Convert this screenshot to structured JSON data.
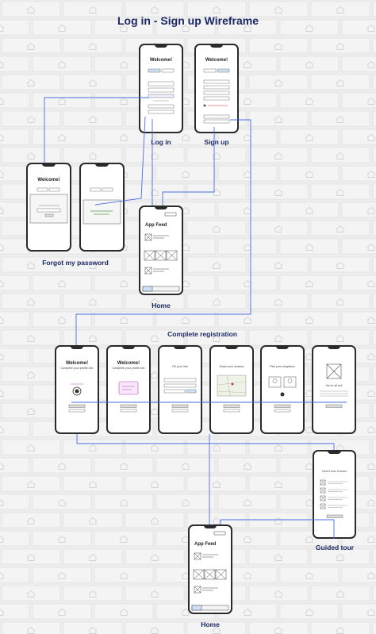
{
  "title": "Log in - Sign up Wireframe",
  "labels": {
    "login": "Log in",
    "signup": "Sign up",
    "forgot": "Forgot my password",
    "home1": "Home",
    "complete": "Complete registration",
    "guided": "Guided tour",
    "home2": "Home"
  },
  "screens": {
    "login": {
      "heading": "Welcome!"
    },
    "signup": {
      "heading": "Welcome!"
    },
    "forgot1": {
      "heading": "Welcome!"
    },
    "forgot2": {
      "heading": ""
    },
    "home1": {
      "heading": "App Feed"
    },
    "reg1": {
      "heading": "Welcome!",
      "sub": "Complete your profile info"
    },
    "reg2": {
      "heading": "Welcome!",
      "sub": "Complete your profile info"
    },
    "reg3": {
      "heading": "",
      "sub": "Fill your info"
    },
    "reg4": {
      "heading": "",
      "sub": "Share your location"
    },
    "reg5": {
      "heading": "",
      "sub": "Pick your neighbors"
    },
    "reg6": {
      "heading": "",
      "sub": "You're all set!"
    },
    "guided": {
      "heading": "",
      "sub": "Here's how it works"
    },
    "home2": {
      "heading": "App Feed"
    }
  },
  "colors": {
    "background": "#ededed",
    "connector": "#4a6ee0",
    "title": "#1c2a63",
    "outline": "#2a2a2a",
    "accent": "#cfe0f7"
  }
}
